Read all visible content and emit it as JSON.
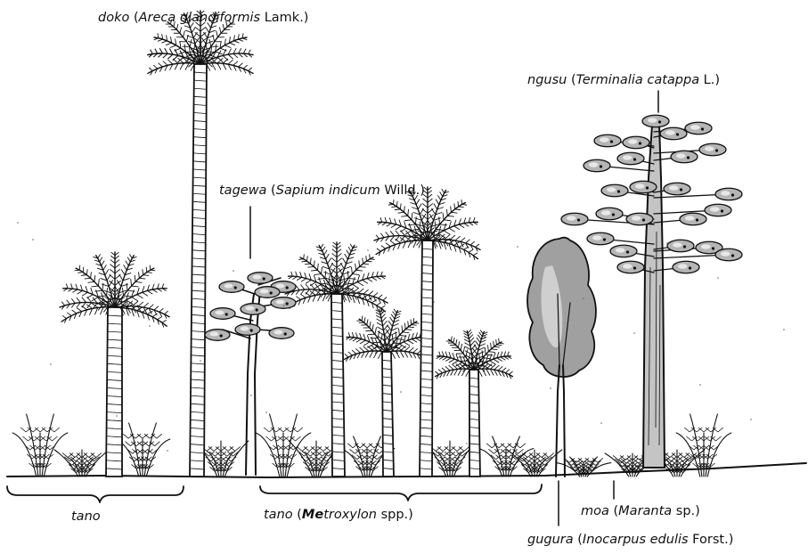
{
  "labels": {
    "doko": {
      "local": "doko",
      "open": " (",
      "species": "Areca glandiformis",
      "author": " Lamk.)"
    },
    "tagewa": {
      "local": "tagewa",
      "open": " (",
      "species": "Sapium indicum",
      "author": " Willd.)"
    },
    "ngusu": {
      "local": "ngusu",
      "open": " (",
      "species": "Terminalia catappa",
      "author": " L.)"
    },
    "tano_left": {
      "local": "tano"
    },
    "tano_mid": {
      "local": "tano",
      "open": " (",
      "species_bold": "Me",
      "species": "troxylon",
      "author": " spp.)"
    },
    "moa": {
      "local": "moa",
      "open": " (",
      "species": "Maranta",
      "author": " sp.)"
    },
    "gugura": {
      "local": "gugura",
      "open": " (",
      "species": "Inocarpus edulis",
      "author": " Forst.)"
    }
  },
  "colors": {
    "ink": "#111111",
    "shade": "#9a9a9a",
    "paper": "#ffffff"
  }
}
